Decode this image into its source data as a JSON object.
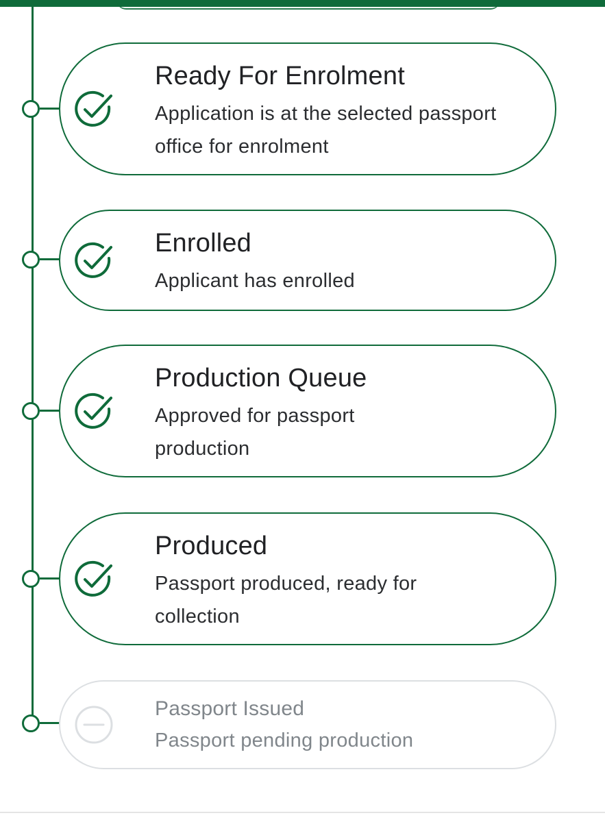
{
  "theme": {
    "accent": "#0f6b3a",
    "pending_border": "#dcdfe2",
    "pending_text": "#80868b",
    "text": "#202124"
  },
  "steps": [
    {
      "title": "Ready For Enrolment",
      "description": "Application is at the selected passport office for enrolment",
      "status": "completed",
      "icon": "check-circle-icon"
    },
    {
      "title": "Enrolled",
      "description": "Applicant has enrolled",
      "status": "completed",
      "icon": "check-circle-icon"
    },
    {
      "title": "Production Queue",
      "description": "Approved for passport production",
      "status": "completed",
      "icon": "check-circle-icon"
    },
    {
      "title": "Produced",
      "description": "Passport produced, ready for collection",
      "status": "completed",
      "icon": "check-circle-icon"
    },
    {
      "title": "Passport Issued",
      "description": "Passport pending production",
      "status": "pending",
      "icon": "minus-circle-icon"
    }
  ]
}
